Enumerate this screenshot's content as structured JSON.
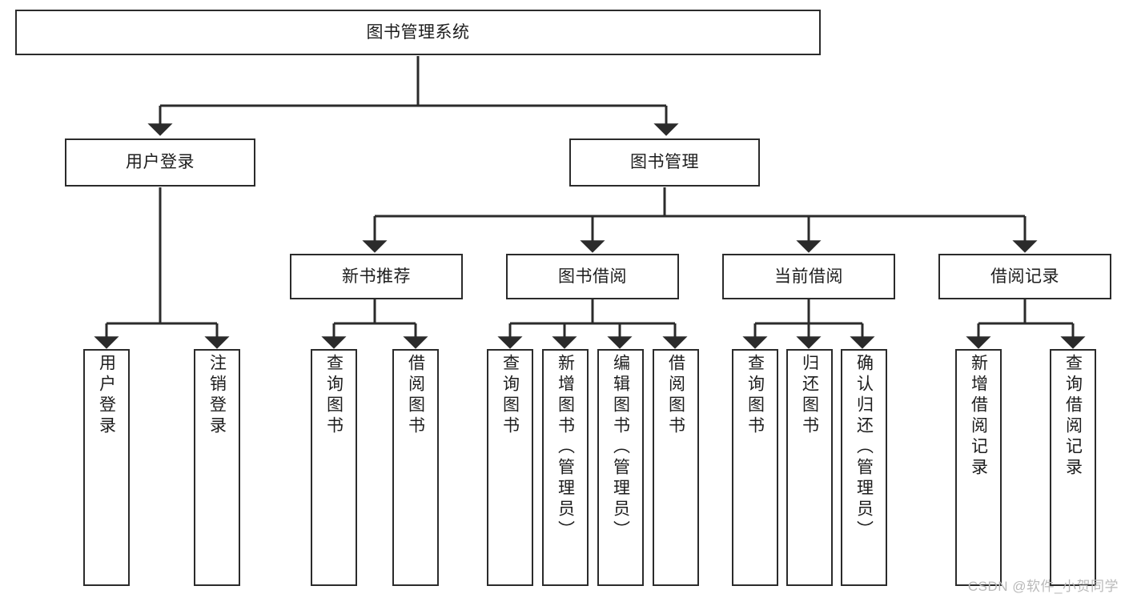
{
  "diagram": {
    "type": "tree-hierarchy",
    "title": "图书管理系统",
    "root": {
      "id": "root",
      "label": "图书管理系统",
      "orientation": "horizontal"
    },
    "level1": [
      {
        "id": "user-login",
        "label": "用户登录",
        "orientation": "horizontal"
      },
      {
        "id": "book-manage",
        "label": "图书管理",
        "orientation": "horizontal"
      }
    ],
    "level2": [
      {
        "id": "new-book-rec",
        "label": "新书推荐",
        "orientation": "horizontal",
        "parent": "book-manage"
      },
      {
        "id": "book-borrow",
        "label": "图书借阅",
        "orientation": "horizontal",
        "parent": "book-manage"
      },
      {
        "id": "current-borrow",
        "label": "当前借阅",
        "orientation": "horizontal",
        "parent": "book-manage"
      },
      {
        "id": "borrow-record",
        "label": "借阅记录",
        "orientation": "horizontal",
        "parent": "book-manage"
      }
    ],
    "leaves": [
      {
        "id": "leaf-user-login",
        "label": "用户登录",
        "parent": "user-login",
        "orientation": "vertical"
      },
      {
        "id": "leaf-user-logout",
        "label": "注销登录",
        "parent": "user-login",
        "orientation": "vertical"
      },
      {
        "id": "leaf-query-book-1",
        "label": "查询图书",
        "parent": "new-book-rec",
        "orientation": "vertical"
      },
      {
        "id": "leaf-borrow-book-1",
        "label": "借阅图书",
        "parent": "new-book-rec",
        "orientation": "vertical"
      },
      {
        "id": "leaf-query-book-2",
        "label": "查询图书",
        "parent": "book-borrow",
        "orientation": "vertical"
      },
      {
        "id": "leaf-add-book",
        "label": "新增图书（管理员）",
        "parent": "book-borrow",
        "orientation": "vertical"
      },
      {
        "id": "leaf-edit-book",
        "label": "编辑图书（管理员）",
        "parent": "book-borrow",
        "orientation": "vertical"
      },
      {
        "id": "leaf-borrow-book-2",
        "label": "借阅图书",
        "parent": "book-borrow",
        "orientation": "vertical"
      },
      {
        "id": "leaf-query-book-3",
        "label": "查询图书",
        "parent": "current-borrow",
        "orientation": "vertical"
      },
      {
        "id": "leaf-return-book",
        "label": "归还图书",
        "parent": "current-borrow",
        "orientation": "vertical"
      },
      {
        "id": "leaf-confirm-return",
        "label": "确认归还（管理员）",
        "parent": "current-borrow",
        "orientation": "vertical"
      },
      {
        "id": "leaf-add-record",
        "label": "新增借阅记录",
        "parent": "borrow-record",
        "orientation": "vertical"
      },
      {
        "id": "leaf-query-record",
        "label": "查询借阅记录",
        "parent": "borrow-record",
        "orientation": "vertical"
      }
    ],
    "colors": {
      "box_border": "#2b2b2b",
      "box_fill": "#ffffff",
      "connector": "#2b2b2b",
      "text": "#1d1d1d",
      "watermark": "#b9b9b9",
      "background": "#ffffff"
    }
  },
  "watermark": {
    "text": "CSDN @软件_小贺同学"
  }
}
